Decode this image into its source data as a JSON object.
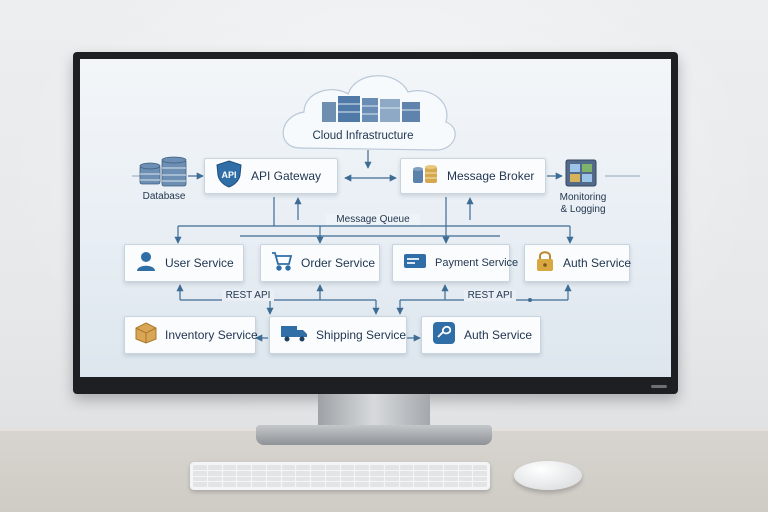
{
  "cloud": {
    "label": "Cloud Infrastructure"
  },
  "database": {
    "label": "Database"
  },
  "gateway": {
    "label": "API Gateway",
    "badge": "API"
  },
  "broker": {
    "label": "Message Broker"
  },
  "monitoring": {
    "label_line1": "Monitoring",
    "label_line2": "& Logging"
  },
  "connectors": {
    "message_queue": "Message Queue",
    "rest_api_left": "REST API",
    "rest_api_right": "REST API"
  },
  "services_row1": [
    {
      "label": "User Service",
      "icon": "user-icon"
    },
    {
      "label": "Order Service",
      "icon": "cart-icon"
    },
    {
      "label": "Payment Service",
      "icon": "card-icon"
    },
    {
      "label": "Auth Service",
      "icon": "lock-icon"
    }
  ],
  "services_row2": [
    {
      "label": "Inventory Service",
      "icon": "box-icon"
    },
    {
      "label": "Shipping Service",
      "icon": "truck-icon"
    },
    {
      "label": "Auth Service",
      "icon": "auth-key-icon"
    }
  ],
  "colors": {
    "accent": "#2f6ea6",
    "line": "#3d6c94",
    "node_border": "#c9d4df",
    "bezel": "#1d1f22"
  }
}
